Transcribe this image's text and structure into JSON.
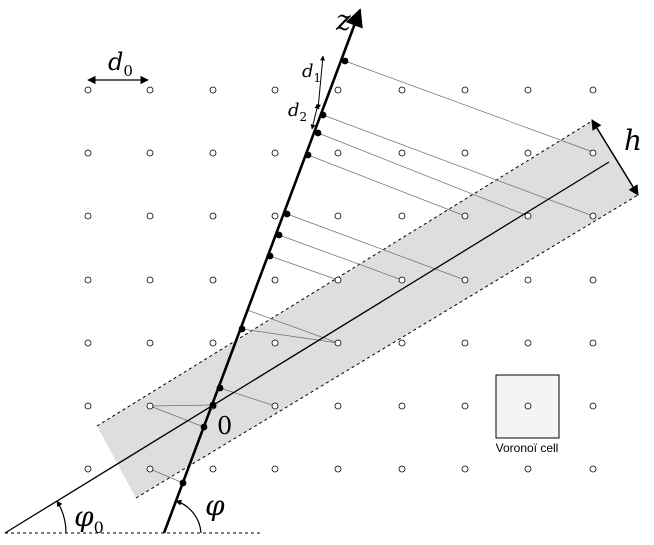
{
  "labels": {
    "z_axis": "z",
    "h": "h",
    "d0": "d",
    "d0_sub": "0",
    "d1": "d",
    "d1_sub": "1",
    "d2": "d",
    "d2_sub": "2",
    "origin": "0",
    "phi": "φ",
    "phi0": "φ",
    "phi0_sub": "0",
    "voronoi_cell": "Voronoï cell"
  },
  "colors": {
    "band_fill": "#dedede",
    "cell_fill": "#f4f4f4",
    "line": "#000000",
    "lattice_point_fill": "#ffffff",
    "projection_line": "#6f6f6f"
  }
}
